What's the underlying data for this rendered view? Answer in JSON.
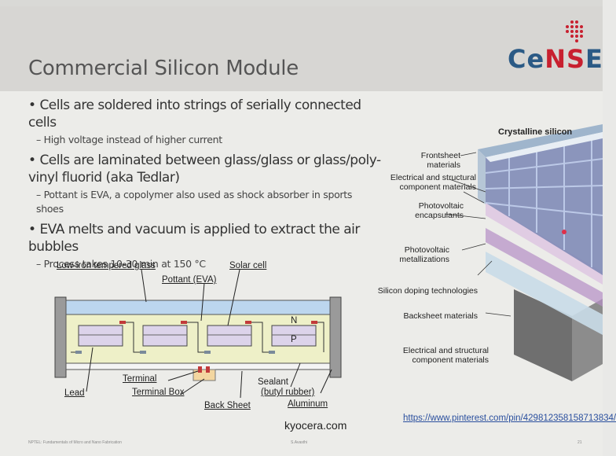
{
  "slide": {
    "title": "Commercial Silicon Module",
    "logo": {
      "text_ce": "Ce",
      "text_ns": "NS",
      "text_e": "E"
    },
    "bullets": [
      {
        "text": "Cells are soldered into strings of serially connected cells",
        "sub": "High voltage instead of higher current"
      },
      {
        "text": "Cells are laminated between glass/glass or glass/poly-vinyl fluorid (aka Tedlar)",
        "sub": "Pottant is EVA, a copolymer also used as shock absorber in sports shoes"
      },
      {
        "text": "EVA melts and vacuum is applied to extract the air bubbles",
        "sub": "Process takes 10-30 min at 150 °C"
      }
    ],
    "diagram": {
      "glass": "Low-iron tempered glass",
      "pottant": "Pottant (EVA)",
      "solar_cell": "Solar cell",
      "n": "N",
      "p": "P",
      "terminal": "Terminal",
      "terminal_box": "Terminal Box",
      "lead": "Lead",
      "sealant_1": "Sealant",
      "sealant_2": "(butyl  rubber)",
      "back_sheet": "Back Sheet",
      "aluminum": "Aluminum",
      "credit": "kyocera.com"
    },
    "module": {
      "title": "Crystalline silicon",
      "labels": [
        "Frontsheet materials",
        "Electrical and structural component materials",
        "Photovoltaic encapsulants",
        "Photovoltaic metallizations",
        "Silicon doping technologies",
        "Backsheet materials",
        "Electrical and structural component materials"
      ],
      "link": "https://www.pinterest.com/pin/429812358158713834/"
    },
    "footer": {
      "left": "NPTEL: Fundamentals of Micro and Nano Fabrication",
      "mid": "S.Avasthi",
      "right": "21"
    }
  }
}
